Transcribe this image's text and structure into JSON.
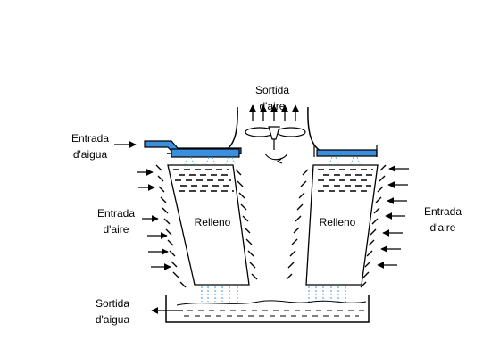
{
  "diagram": {
    "labels": {
      "air_outlet": [
        "Sortida",
        "d'aire"
      ],
      "water_inlet": [
        "Entrada",
        "d'aigua"
      ],
      "air_inlet_left": [
        "Entrada",
        "d'aire"
      ],
      "air_inlet_right": [
        "Entrada",
        "d'aire"
      ],
      "fill_left": "Relleno",
      "fill_right": "Relleno",
      "water_outlet": [
        "Sortida",
        "d'aigua"
      ]
    },
    "colors": {
      "water": "#3c8fdc",
      "spray": "#5aa8e8",
      "outline": "#000000"
    },
    "icons": [
      "fan-icon",
      "arrow-icon"
    ]
  }
}
